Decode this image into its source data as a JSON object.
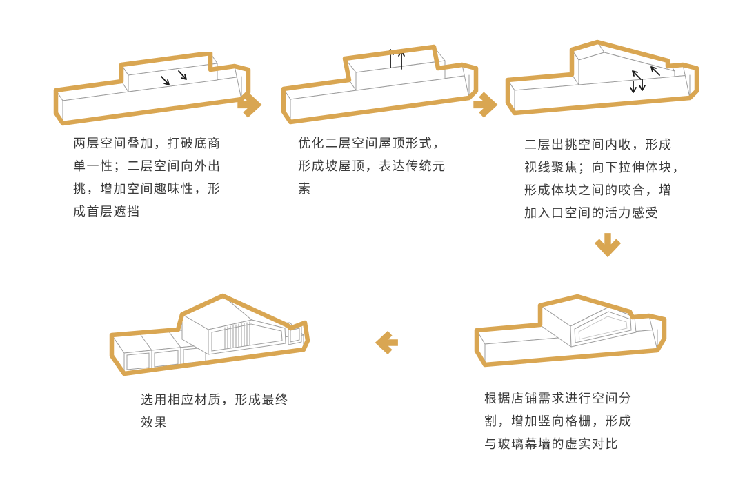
{
  "colors": {
    "accent_gold": "#D9A652",
    "edge_gray": "#9E9E9E",
    "caption_text": "#3A3A3A",
    "annotation_black": "#1C1C1C",
    "background": "#FFFFFF"
  },
  "steps": [
    {
      "id": 1,
      "caption": "两层空间叠加，打破底商\n单一性；二层空间向外出\n挑，增加空间趣味性，形\n成首层遮挡",
      "annotation_icon": "down-press-arrows-icon"
    },
    {
      "id": 2,
      "caption": "优化二层空间屋顶形式，\n形成坡屋顶，表达传统元\n素",
      "annotation_icon": "lift-up-arrows-icon"
    },
    {
      "id": 3,
      "caption": "二层出挑空间内收，形成\n视线聚焦；向下拉伸体块，\n形成体块之间的咬合，增\n加入口空间的活力感受",
      "annotation_icon": "inward-and-down-arrows-icon"
    },
    {
      "id": 4,
      "caption": "根据店铺需求进行空间分\n割，增加竖向格栅，形成\n与玻璃幕墙的虚实对比",
      "annotation_icon": ""
    },
    {
      "id": 5,
      "caption": "选用相应材质，形成最终\n效果",
      "annotation_icon": ""
    }
  ],
  "flow_arrows": [
    {
      "icon": "arrow-right-icon"
    },
    {
      "icon": "arrow-right-icon"
    },
    {
      "icon": "arrow-down-icon"
    },
    {
      "icon": "arrow-left-icon"
    }
  ]
}
